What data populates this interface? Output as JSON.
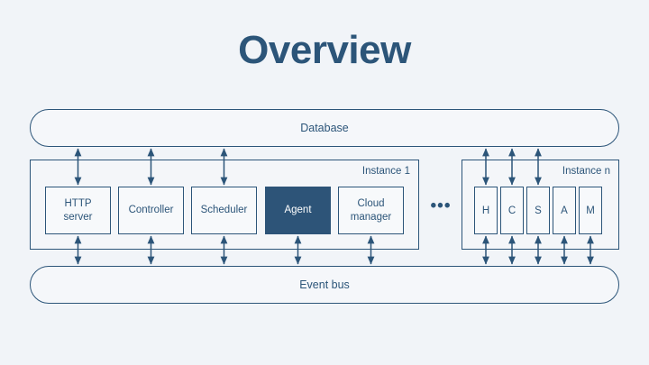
{
  "page": {
    "title": "Overview",
    "background_color": "#f1f4f8",
    "accent_color": "#2c5579",
    "highlight_fill": "#2d5478"
  },
  "diagram": {
    "type": "block-architecture",
    "top_bar": {
      "label": "Database",
      "shape": "rounded-pill"
    },
    "bottom_bar": {
      "label": "Event bus",
      "shape": "rounded-pill"
    },
    "ellipsis": "•••",
    "instances": [
      {
        "label": "Instance 1",
        "components": [
          {
            "label": "HTTP server",
            "line1": "HTTP",
            "line2": "server",
            "highlighted": false,
            "arrow_to_database": true,
            "arrow_to_eventbus": true
          },
          {
            "label": "Controller",
            "line1": "Controller",
            "line2": "",
            "highlighted": false,
            "arrow_to_database": true,
            "arrow_to_eventbus": true
          },
          {
            "label": "Scheduler",
            "line1": "Scheduler",
            "line2": "",
            "highlighted": false,
            "arrow_to_database": true,
            "arrow_to_eventbus": true
          },
          {
            "label": "Agent",
            "line1": "Agent",
            "line2": "",
            "highlighted": true,
            "arrow_to_database": false,
            "arrow_to_eventbus": true
          },
          {
            "label": "Cloud manager",
            "line1": "Cloud",
            "line2": "manager",
            "highlighted": false,
            "arrow_to_database": false,
            "arrow_to_eventbus": true
          }
        ]
      },
      {
        "label": "Instance n",
        "components": [
          {
            "label": "H",
            "line1": "H",
            "line2": "",
            "highlighted": false,
            "arrow_to_database": true,
            "arrow_to_eventbus": true
          },
          {
            "label": "C",
            "line1": "C",
            "line2": "",
            "highlighted": false,
            "arrow_to_database": true,
            "arrow_to_eventbus": true
          },
          {
            "label": "S",
            "line1": "S",
            "line2": "",
            "highlighted": false,
            "arrow_to_database": true,
            "arrow_to_eventbus": true
          },
          {
            "label": "A",
            "line1": "A",
            "line2": "",
            "highlighted": false,
            "arrow_to_database": false,
            "arrow_to_eventbus": true
          },
          {
            "label": "M",
            "line1": "M",
            "line2": "",
            "highlighted": false,
            "arrow_to_database": false,
            "arrow_to_eventbus": true
          }
        ]
      }
    ]
  }
}
